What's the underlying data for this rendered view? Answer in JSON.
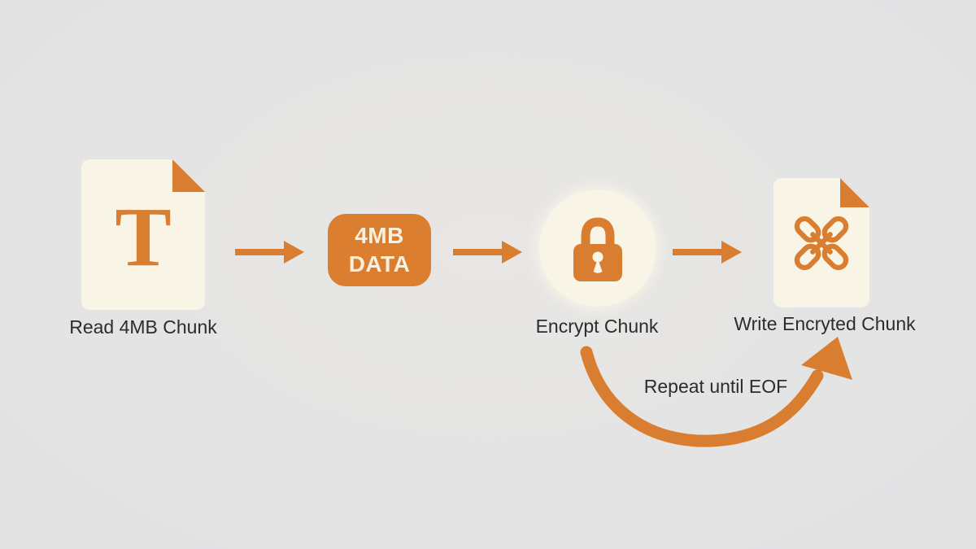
{
  "palette": {
    "background": "#e4e4e4",
    "accent_orange": "#d97e30",
    "cream": "#f8f4e6",
    "label_text": "#2c2c2c",
    "box_text": "#f9f0dd"
  },
  "flow": {
    "read_step": {
      "label": "Read 4MB Chunk",
      "file_glyph": "T",
      "icon": "text-document-icon"
    },
    "chunk_box": {
      "line1": "4MB",
      "line2": "DATA"
    },
    "encrypt_step": {
      "label": "Encrypt Chunk",
      "icon": "lock-icon"
    },
    "write_step": {
      "label": "Write Encryted Chunk",
      "icon": "chain-links-document-icon"
    },
    "loop": {
      "label": "Repeat until EOF",
      "icon": "curved-loop-arrow"
    }
  }
}
